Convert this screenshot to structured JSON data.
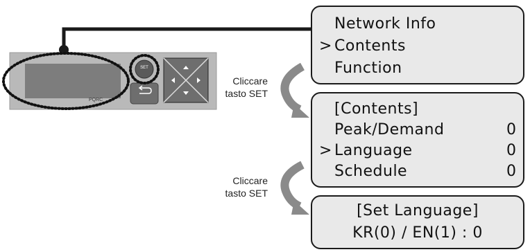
{
  "device": {
    "set_button_label": "SET",
    "model_text": "PQRC"
  },
  "screens": {
    "main_menu": {
      "selector": ">",
      "items": [
        "Network Info",
        "Contents",
        "Function"
      ]
    },
    "contents_menu": {
      "selector": ">",
      "title": "[Contents]",
      "items": [
        {
          "label": "Peak/Demand",
          "value": "0"
        },
        {
          "label": "Language",
          "value": "0"
        },
        {
          "label": "Schedule",
          "value": "0"
        }
      ]
    },
    "language_menu": {
      "title": "[Set Language]",
      "line": "KR(0) / EN(1) : 0"
    }
  },
  "steps": [
    {
      "line1": "Cliccare",
      "line2": "tasto SET"
    },
    {
      "line1": "Cliccare",
      "line2": "tasto SET"
    }
  ],
  "colors": {
    "device_body": "#b9b9b9",
    "lcd": "#7d7d7d",
    "arrow": "#8a8a8a",
    "screen_bg": "#e9e9e9",
    "outline": "#1a1a1a"
  }
}
